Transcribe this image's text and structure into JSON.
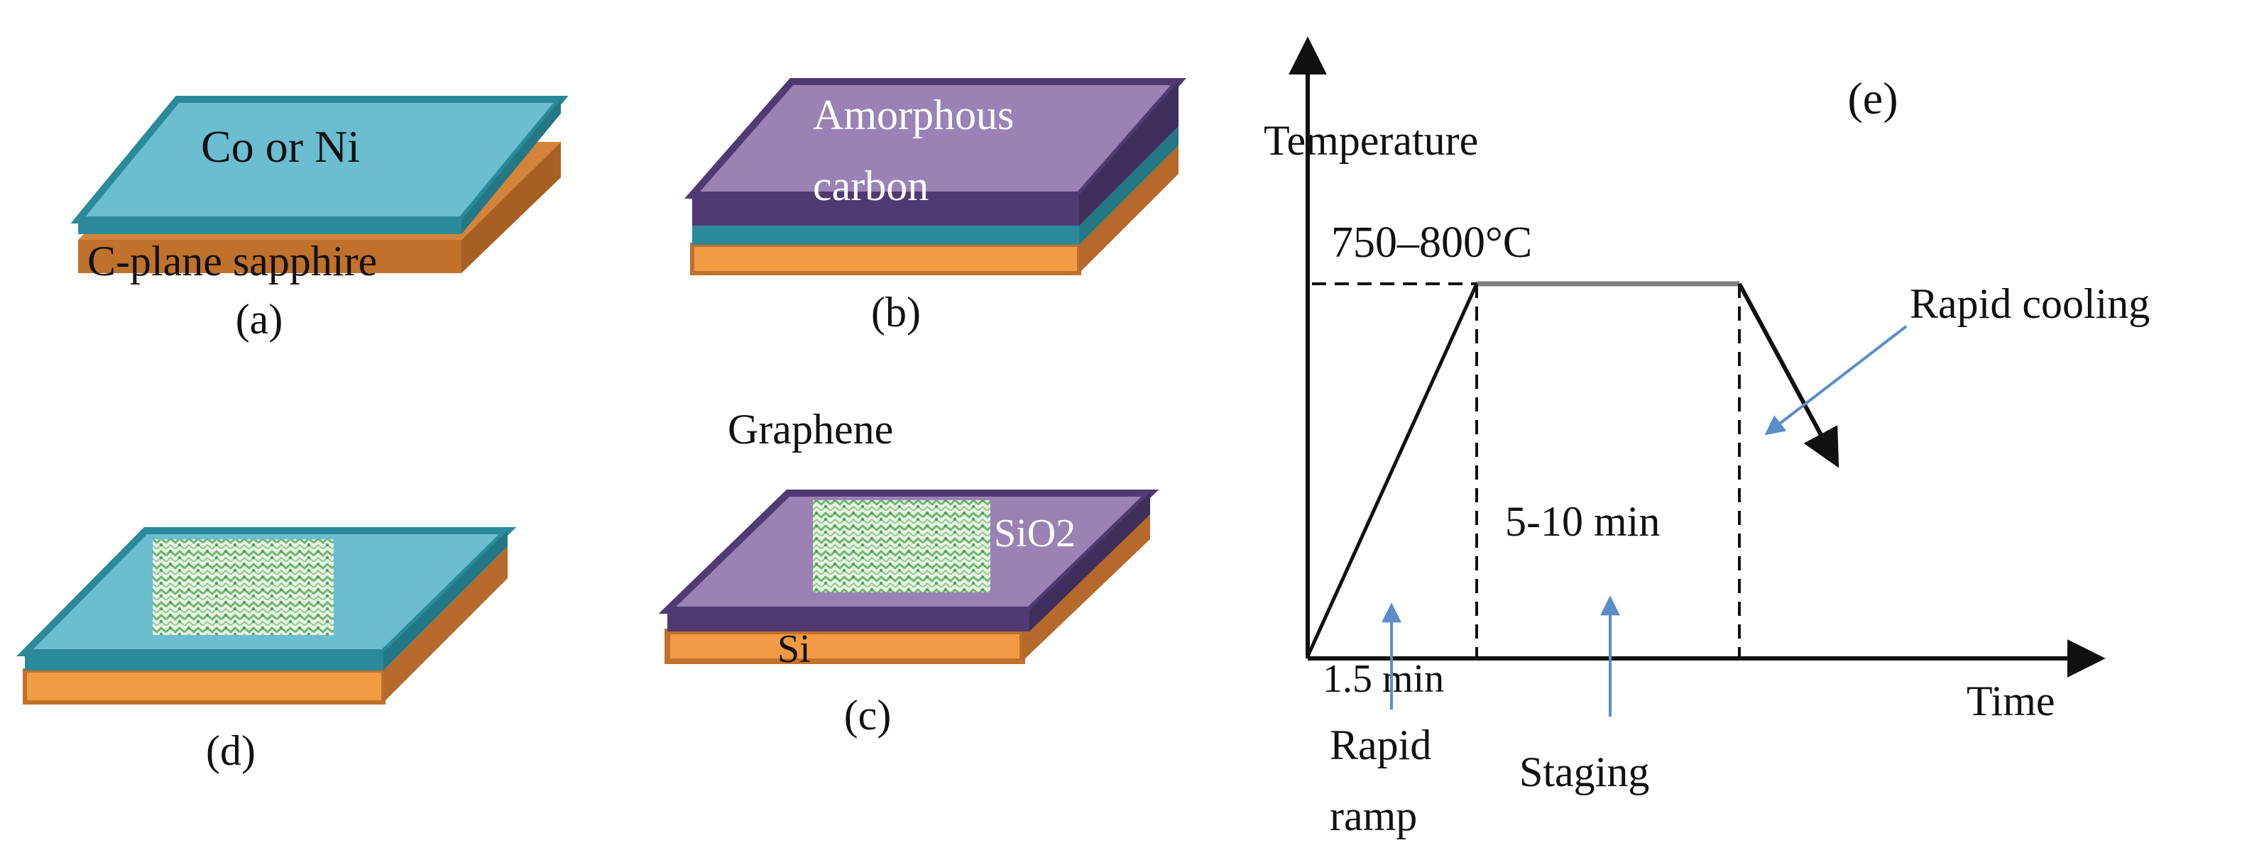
{
  "colors": {
    "metal": "#6bbdd0",
    "metal_edge": "#2b8a99",
    "sapphire": "#f29a44",
    "sapphire_side": "#c0712b",
    "carbon": "#9a82b5",
    "carbon_edge": "#503a72",
    "graphene_a": "#6db66f",
    "graphene_b": "#e9f2e6",
    "arrow_blue": "#5b8ec8",
    "axis": "#111111"
  },
  "panel_a": {
    "metal_label": "Co or Ni",
    "substrate_label": "C-plane sapphire",
    "caption": "(a)"
  },
  "panel_b": {
    "carbon_label_line1": "Amorphous",
    "carbon_label_line2": "carbon",
    "caption": "(b)"
  },
  "panel_c": {
    "graphene_label": "Graphene",
    "oxide_label": "SiO2",
    "substrate_label": "Si",
    "caption": "(c)"
  },
  "panel_d": {
    "caption": "(d)"
  },
  "panel_e": {
    "caption": "(e)",
    "y_axis_label": "Temperature",
    "x_axis_label": "Time",
    "plateau_temperature": "750–800°C",
    "hold_time": "5-10 min",
    "ramp_time": "1.5 min",
    "ramp_label_line1": "Rapid",
    "ramp_label_line2": "ramp",
    "staging_label": "Staging",
    "cooling_label": "Rapid cooling"
  }
}
